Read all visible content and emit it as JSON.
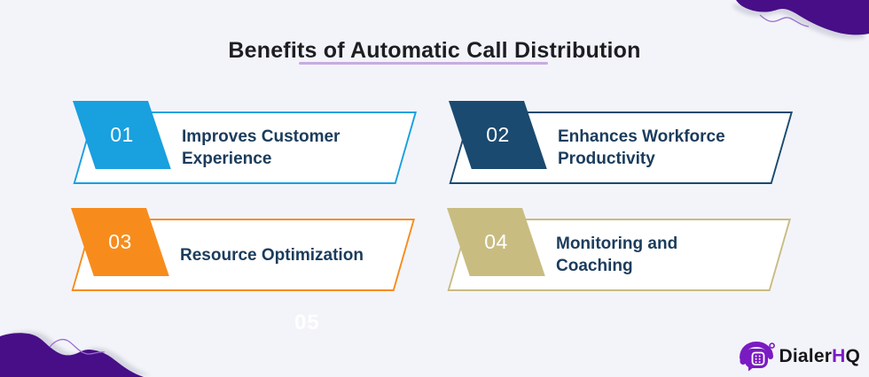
{
  "title": "Benefits of Automatic Call Distribution",
  "page_number": "05",
  "cards": [
    {
      "number": "01",
      "label": "Improves Customer Experience",
      "line1": "Improves Customer",
      "line2": "Experience",
      "color": "#18A0DF"
    },
    {
      "number": "02",
      "label": "Enhances Workforce Productivity",
      "line1": "Enhances Workforce",
      "line2": "Productivity",
      "color": "#1A4A70"
    },
    {
      "number": "03",
      "label": "Resource Optimization",
      "line1": "Resource Optimization",
      "line2": "",
      "color": "#F78C1D"
    },
    {
      "number": "04",
      "label": "Monitoring and Coaching",
      "line1": "Monitoring and",
      "line2": "Coaching",
      "color": "#C9BC81"
    }
  ],
  "logo": {
    "brand": "DialerHQ",
    "prefix": "Dialer",
    "h": "H",
    "q": "Q",
    "icon": "dialerhq-headset-icon"
  },
  "theme": {
    "background": "#F3F4F9",
    "heading_color": "#1D1D22",
    "underline_color": "#C6ACE1",
    "card_text_color": "#1B3C5C",
    "number_color": "#FFFFFF",
    "page_number_color": "#FFFFFF",
    "blob_color": "#470E87",
    "wave_stroke": "#9B6FD0",
    "logo_purple": "#7A1BC2",
    "logo_text": "#17171B"
  }
}
